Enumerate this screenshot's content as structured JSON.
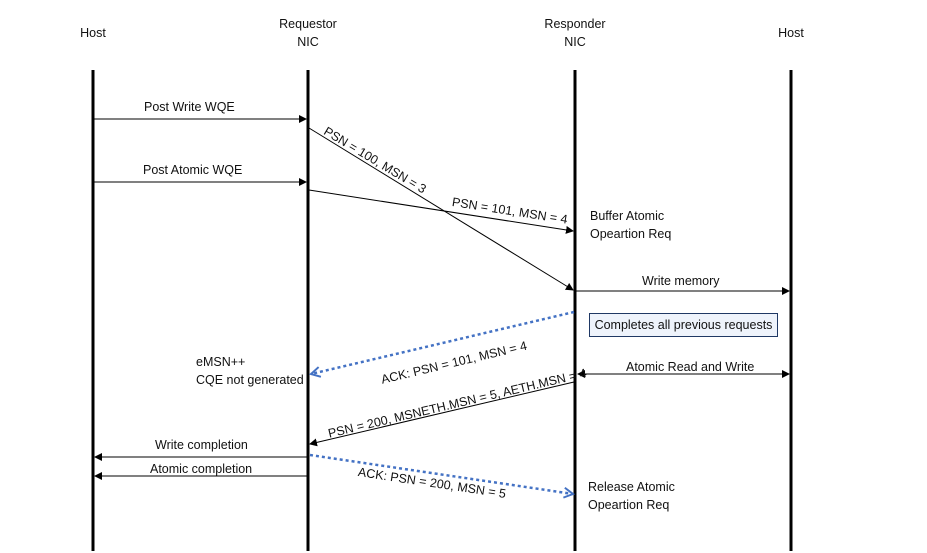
{
  "participants": {
    "host_left": "Host",
    "requestor_nic": "Requestor\nNIC",
    "responder_nic": "Responder\nNIC",
    "host_right": "Host"
  },
  "messages": {
    "post_write_wqe": "Post Write WQE",
    "post_atomic_wqe": "Post Atomic WQE",
    "psn100": "PSN = 100, MSN = 3",
    "psn101": "PSN = 101, MSN = 4",
    "write_memory": "Write memory",
    "ack101": "ACK: PSN = 101, MSN = 4",
    "atomic_rw": "Atomic Read and Write",
    "psn200": "PSN = 200, MSNETH.MSN = 5, AETH.MSN = 4",
    "write_completion": "Write completion",
    "atomic_completion": "Atomic completion",
    "ack200": "ACK: PSN = 200, MSN = 5"
  },
  "notes": {
    "buffer_atomic": "Buffer Atomic\nOpeartion Req",
    "completes_all": "Completes all previous requests",
    "emsn": "eMSN++\nCQE not generated",
    "release_atomic": "Release Atomic\nOpeartion Req"
  },
  "colors": {
    "line": "#000000",
    "ack_dotted": "#4472c4",
    "box_border": "#1f3864",
    "box_fill": "#eef3fb"
  }
}
